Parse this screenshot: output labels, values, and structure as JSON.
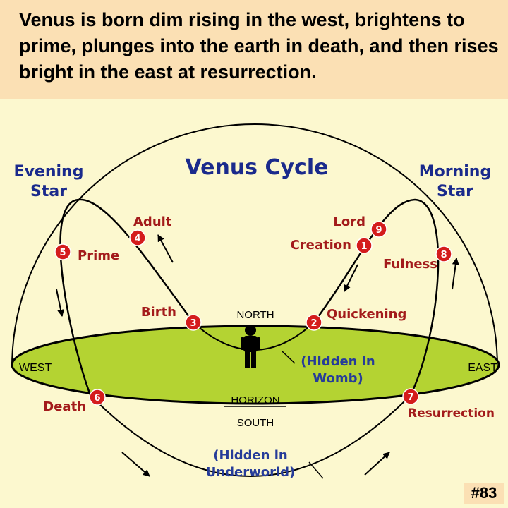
{
  "header": {
    "text": "Venus is born dim rising in the west, brightens to prime, plunges into the earth in death, and then rises bright in the east at resurrection."
  },
  "diagram": {
    "title": "Venus Cycle",
    "evening_star": {
      "line1": "Evening",
      "line2": "Star"
    },
    "morning_star": {
      "line1": "Morning",
      "line2": "Star"
    },
    "directions": {
      "north": "NORTH",
      "south": "SOUTH",
      "west": "WEST",
      "east": "EAST",
      "horizon": "HORIZON"
    },
    "womb_note": {
      "line1": "(Hidden in",
      "line2": "Womb)"
    },
    "underworld_note": {
      "line1": "(Hidden in",
      "line2": "Underworld)"
    },
    "stages": [
      {
        "number": "1",
        "label": "Creation"
      },
      {
        "number": "2",
        "label": "Quickening"
      },
      {
        "number": "3",
        "label": "Birth"
      },
      {
        "number": "4",
        "label": "Adult"
      },
      {
        "number": "5",
        "label": "Prime"
      },
      {
        "number": "6",
        "label": "Death"
      },
      {
        "number": "7",
        "label": "Resurrection"
      },
      {
        "number": "8",
        "label": "Fulness"
      },
      {
        "number": "9",
        "label": "Lord"
      }
    ]
  },
  "slide_number": "#83",
  "colors": {
    "header_bg": "#fbe0b4",
    "page_bg": "#fcf8cf",
    "horizon_fill": "#b4d332",
    "title_blue": "#1a2a8c",
    "stage_red": "#a31b1b",
    "marker_red": "#d41c1c",
    "note_blue": "#263c99"
  }
}
